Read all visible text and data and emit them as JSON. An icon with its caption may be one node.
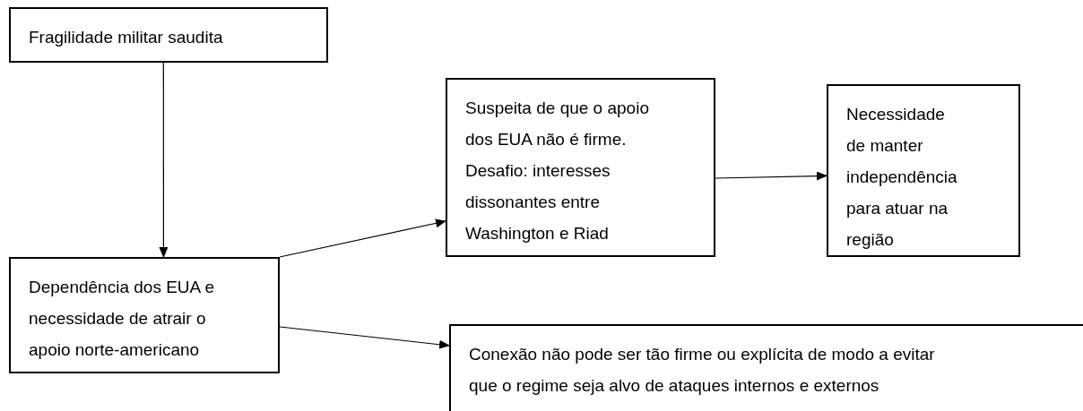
{
  "diagram": {
    "nodes": [
      {
        "text": [
          "Fragilidade militar saudita"
        ]
      },
      {
        "text": [
          "Dependência dos EUA e necessidade de atrair o apoio norte-americano"
        ]
      },
      {
        "text": [
          "Suspeita de que o apoio dos EUA não é firme. Desafio: interesses dissonantes entre Washington e Riad"
        ]
      },
      {
        "text": [
          "Necessidade de manter independência para atuar na região"
        ]
      },
      {
        "text": [
          "Conexão não pode ser tão firme ou explícita de modo a evitar que o regime seja alvo de ataques internos e externos"
        ]
      }
    ],
    "edges": [
      {
        "from": 0,
        "to": 1,
        "arrow": "to"
      },
      {
        "from": 1,
        "to": 2,
        "arrow": "to"
      },
      {
        "from": 1,
        "to": 4,
        "arrow": "to"
      },
      {
        "from": 2,
        "to": 3,
        "arrow": "to"
      }
    ]
  }
}
